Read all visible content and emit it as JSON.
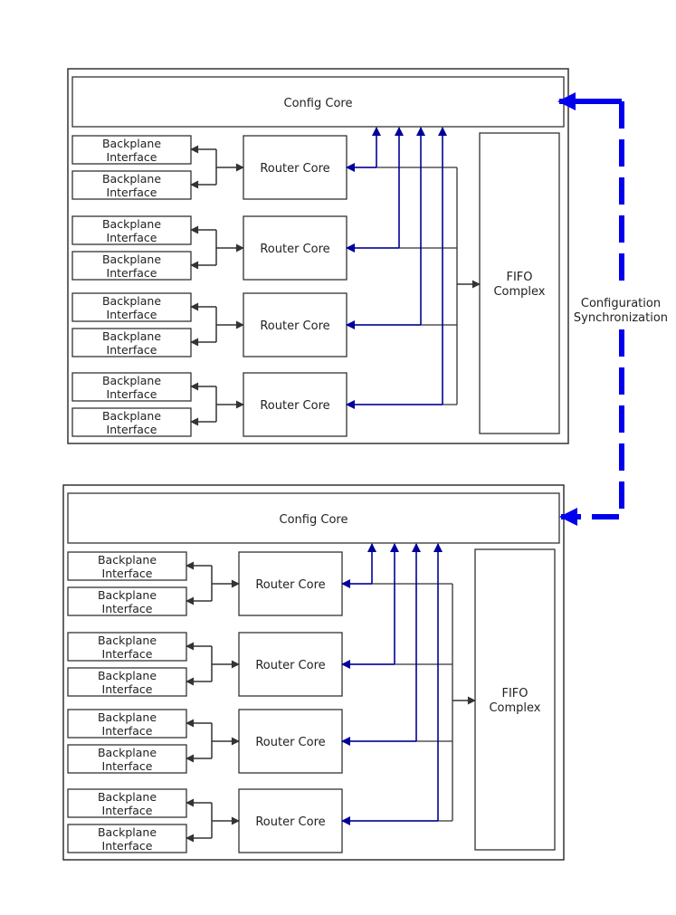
{
  "config_core_label": "Config Core",
  "backplane_line1": "Backplane",
  "backplane_line2": "Interface",
  "router_core_label": "Router Core",
  "fifo_line1": "FIFO",
  "fifo_line2": "Complex",
  "sync_line1": "Configuration",
  "sync_line2": "Synchronization",
  "colors": {
    "box_stroke": "#333333",
    "blue_link": "#000099",
    "sync_arrow": "#0000ee"
  }
}
